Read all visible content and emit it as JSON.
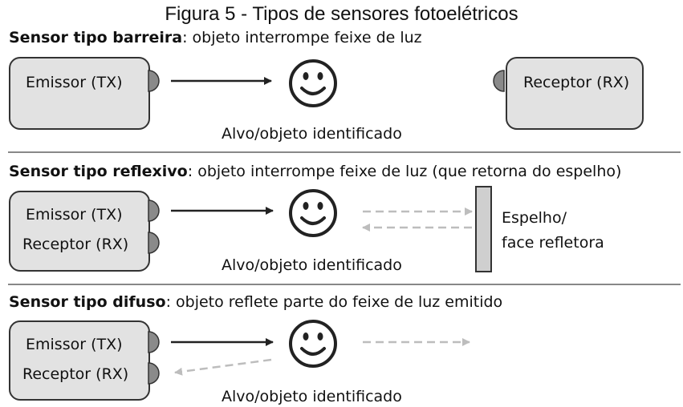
{
  "figure_title": "Figura 5 - Tipos de sensores fotoelétricos",
  "sections": [
    {
      "title_bold": "Sensor tipo barreira",
      "title_rest": ": objeto interrompe feixe de luz",
      "emitter_label": "Emissor (TX)",
      "receiver_label": "Receptor (RX)",
      "target_caption": "Alvo/objeto identificado"
    },
    {
      "title_bold": "Sensor tipo reflexivo",
      "title_rest": ": objeto interrompe feixe de luz (que retorna do espelho)",
      "emitter_label": "Emissor (TX)",
      "receiver_label": "Receptor (RX)",
      "target_caption": "Alvo/objeto identificado",
      "mirror_label_line1": "Espelho/",
      "mirror_label_line2": "face refletora"
    },
    {
      "title_bold": "Sensor tipo difuso",
      "title_rest": ": objeto reflete parte do feixe de luz emitido",
      "emitter_label": "Emissor (TX)",
      "receiver_label": "Receptor (RX)",
      "target_caption": "Alvo/objeto identificado"
    }
  ],
  "colors": {
    "box_fill": "#e2e2e2",
    "lens_fill": "#8a8a8a",
    "beam_solid": "#222222",
    "beam_dashed": "#bdbdbd"
  },
  "icons": [
    "smiley-face-icon",
    "lens-icon",
    "arrow-icon"
  ]
}
